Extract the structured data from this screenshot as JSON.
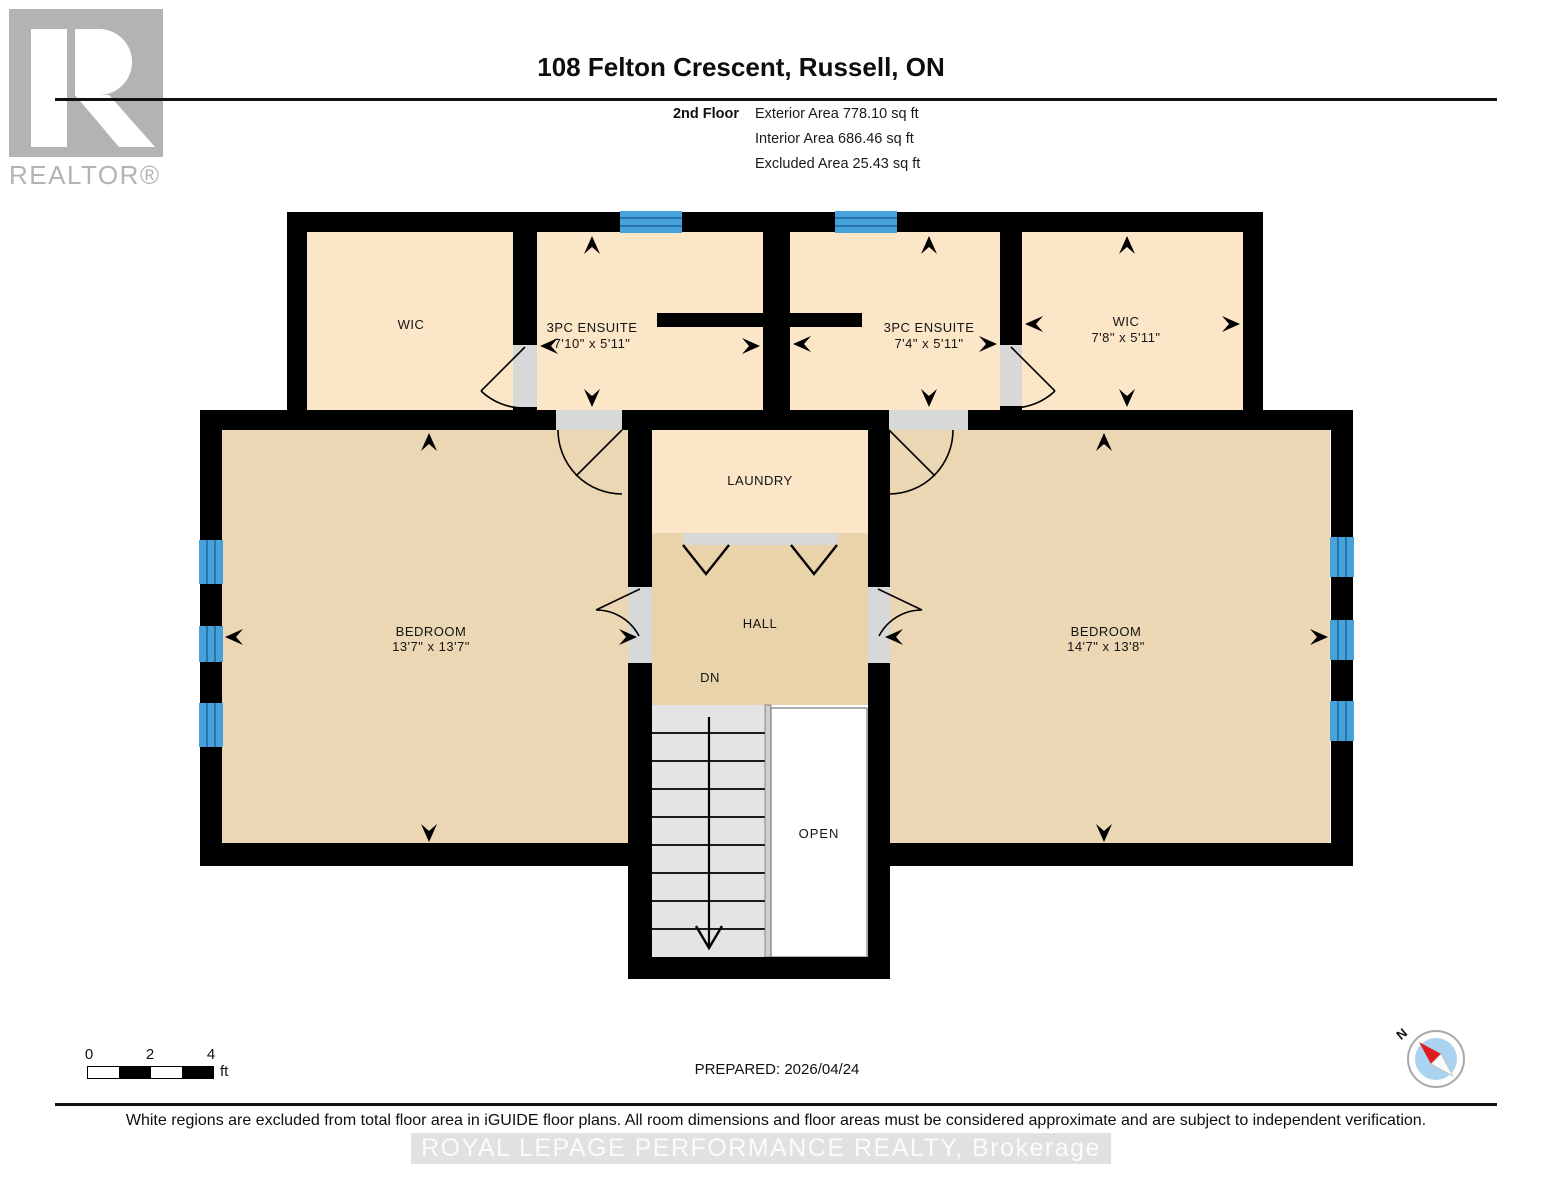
{
  "header": {
    "logo_text": "REALTOR®",
    "title": "108 Felton Crescent, Russell, ON",
    "floor_label": "2nd Floor",
    "stats": [
      "Exterior Area 778.10 sq ft",
      "Interior Area 686.46 sq ft",
      "Excluded Area 25.43 sq ft"
    ]
  },
  "rooms": {
    "wic_left": {
      "name": "WIC"
    },
    "ensuite_left": {
      "name": "3PC ENSUITE",
      "dims": "7'10\" x 5'11\""
    },
    "ensuite_right": {
      "name": "3PC ENSUITE",
      "dims": "7'4\" x 5'11\""
    },
    "wic_right": {
      "name": "WIC",
      "dims": "7'8\" x 5'11\""
    },
    "laundry": {
      "name": "LAUNDRY"
    },
    "hall": {
      "name": "HALL"
    },
    "stairs_label": "DN",
    "bedroom_left": {
      "name": "BEDROOM",
      "dims": "13'7\" x 13'7\""
    },
    "bedroom_right": {
      "name": "BEDROOM",
      "dims": "14'7\" x 13'8\""
    },
    "open_area": {
      "name": "OPEN"
    }
  },
  "footer": {
    "scale": {
      "labels": [
        "0",
        "2",
        "4"
      ],
      "unit": "ft"
    },
    "prepared": "PREPARED: 2026/04/24",
    "compass_label": "N",
    "disclaimer": "White regions are excluded from total floor area in iGUIDE floor plans. All room dimensions and floor areas must be considered approximate and are subject to independent verification.",
    "watermark": "ROYAL LEPAGE PERFORMANCE REALTY, Brokerage"
  },
  "colors": {
    "wall": "#000000",
    "room_peach": "#fce6c8",
    "room_tan": "#ebd7b3",
    "room_hall": "#e9d3aa",
    "window_blue": "#46a2d9",
    "window_line": "#2673ae",
    "door_gray": "#d8d8d8",
    "stair_gray": "#e4e4e4",
    "logo_gray": "#b3b3b3",
    "compass_blue": "#a9d3ee",
    "compass_red": "#e01b22"
  }
}
